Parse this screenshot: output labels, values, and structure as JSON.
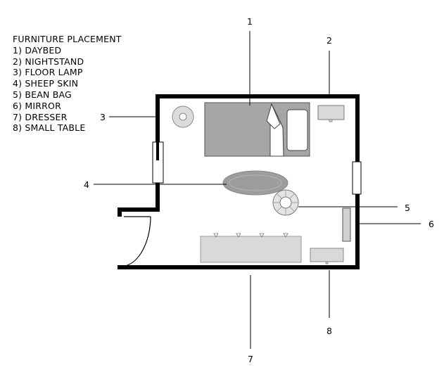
{
  "legend": {
    "title": "FURNITURE PLACEMENT",
    "items": [
      "1) DAYBED",
      "2) NIGHTSTAND",
      "3) FLOOR LAMP",
      "4) SHEEP SKIN",
      "5) BEAN BAG",
      "6) MIRROR",
      "7) DRESSER",
      "8) SMALL TABLE"
    ]
  },
  "callouts": {
    "daybed": "1",
    "nightstand": "2",
    "floor_lamp": "3",
    "sheep_skin": "4",
    "bean_bag": "5",
    "mirror": "6",
    "dresser": "7",
    "small_table": "8"
  },
  "colors": {
    "wall": "#000000",
    "daybed": "#a6a6a6",
    "furniture_light": "#d9d9d9",
    "rug": "#9d9d9d",
    "lamp": "#dcdcdc"
  }
}
